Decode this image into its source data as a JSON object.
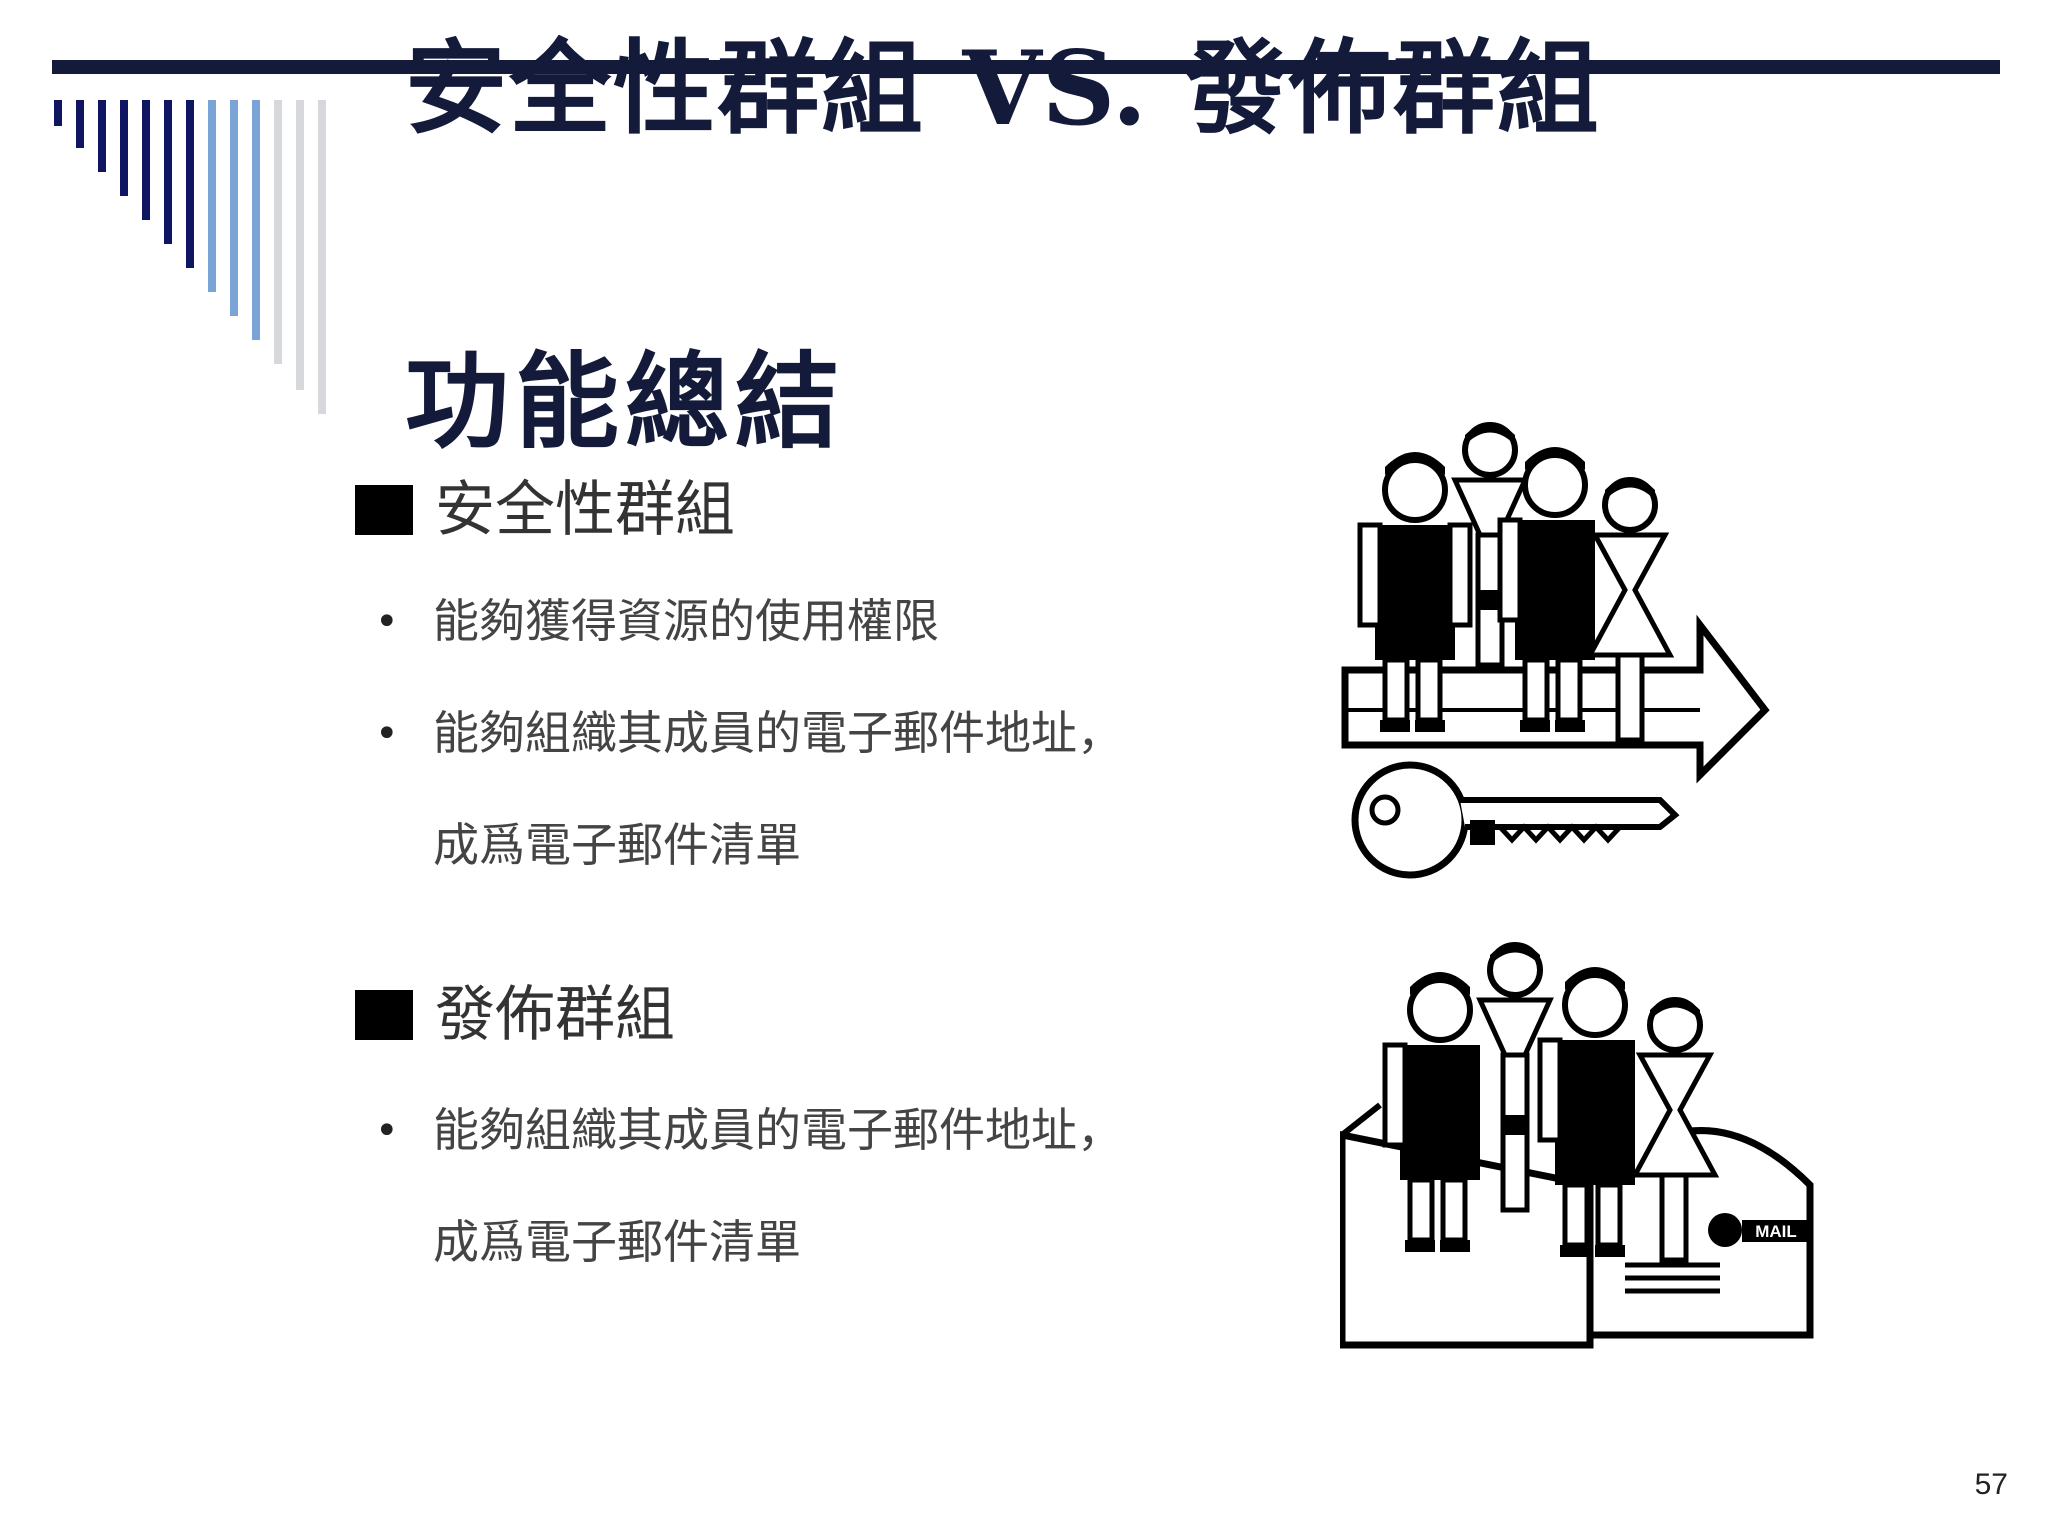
{
  "slide": {
    "title_left": "安全性群組",
    "title_vs": "VS.",
    "title_right": "發佈群組",
    "subtitle": "功能總結",
    "page_number": "57"
  },
  "sections": [
    {
      "heading": "安全性群組",
      "bullets": [
        {
          "lines": [
            "能夠獲得資源的使用權限"
          ]
        },
        {
          "lines": [
            "能夠組織其成員的電子郵件地址，",
            "成爲電子郵件清單"
          ]
        }
      ]
    },
    {
      "heading": "發佈群組",
      "bullets": [
        {
          "lines": [
            "能夠組織其成員的電子郵件地址，",
            "成爲電子郵件清單"
          ]
        }
      ]
    }
  ],
  "clipart": {
    "security_group": "people-with-key-icon",
    "distribution_group": "people-with-mail-icon",
    "mail_label": "MAIL"
  },
  "colors": {
    "title": "#141a3a",
    "rule": "#141a3a",
    "deco_dark": "#0f1560",
    "deco_mid": "#7aa4d6",
    "deco_light": "#d6d8dc"
  }
}
